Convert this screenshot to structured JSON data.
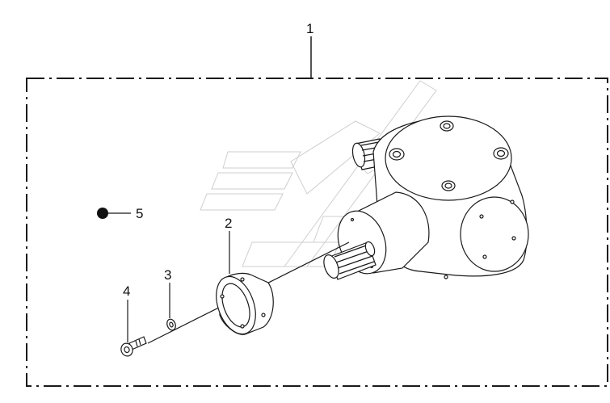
{
  "diagram": {
    "callouts": [
      {
        "id": "1",
        "label": "1"
      },
      {
        "id": "2",
        "label": "2"
      },
      {
        "id": "3",
        "label": "3"
      },
      {
        "id": "4",
        "label": "4"
      },
      {
        "id": "5",
        "label": "5"
      }
    ]
  },
  "colors": {
    "line": "#1a1a1a",
    "watermark": "#cfcfcf",
    "background": "#ffffff"
  }
}
